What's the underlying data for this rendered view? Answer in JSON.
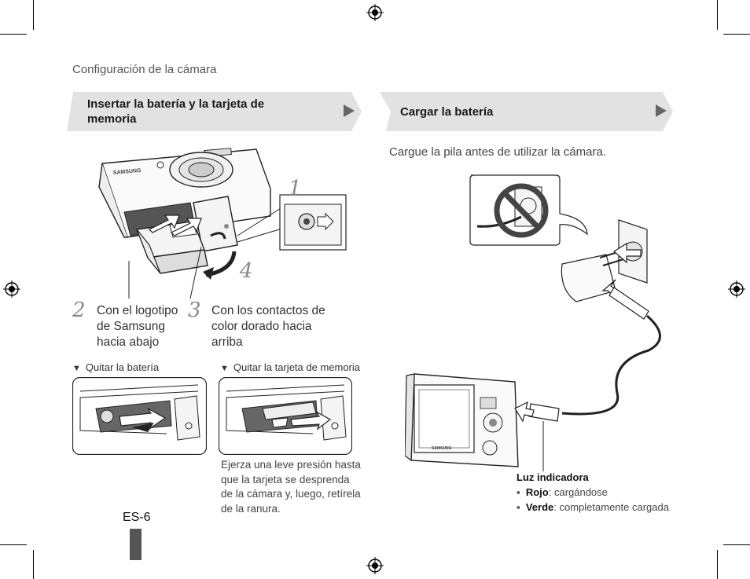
{
  "section_title": "Configuración de la cámara",
  "left_banner": {
    "title_line1": "Insertar la batería y la tarjeta de",
    "title_line2": "memoria"
  },
  "right_banner": {
    "title": "Cargar la batería"
  },
  "callout_numbers": {
    "n1": "1",
    "n4": "4"
  },
  "steps": [
    {
      "number": "2",
      "line1": "Con el logotipo",
      "line2": "de Samsung",
      "line3": "hacia abajo"
    },
    {
      "number": "3",
      "line1": "Con los contactos de",
      "line2": "color dorado hacia",
      "line3": "arriba"
    }
  ],
  "remove_battery": {
    "marker": "▼",
    "label": "Quitar la batería"
  },
  "remove_card": {
    "marker": "▼",
    "label": "Quitar la tarjeta de memoria",
    "note_lines": [
      "Ejerza una leve presión hasta",
      "que la tarjeta se desprenda",
      "de la cámara y, luego, retírela",
      "de la ranura."
    ]
  },
  "charge_intro": "Cargue la pila antes de utilizar la cámara.",
  "camera_brand": "SAMSUNG",
  "indicator": {
    "title": "Luz indicadora",
    "items": [
      {
        "bullet": "▪",
        "key": "Rojo",
        "value": ": cargándose"
      },
      {
        "bullet": "▪",
        "key": "Verde",
        "value": ": completamente cargada"
      }
    ]
  },
  "page_number": "ES-6",
  "colors": {
    "banner_fill": "#e2e2e2",
    "arrow": "#666666",
    "tab": "#555555"
  }
}
